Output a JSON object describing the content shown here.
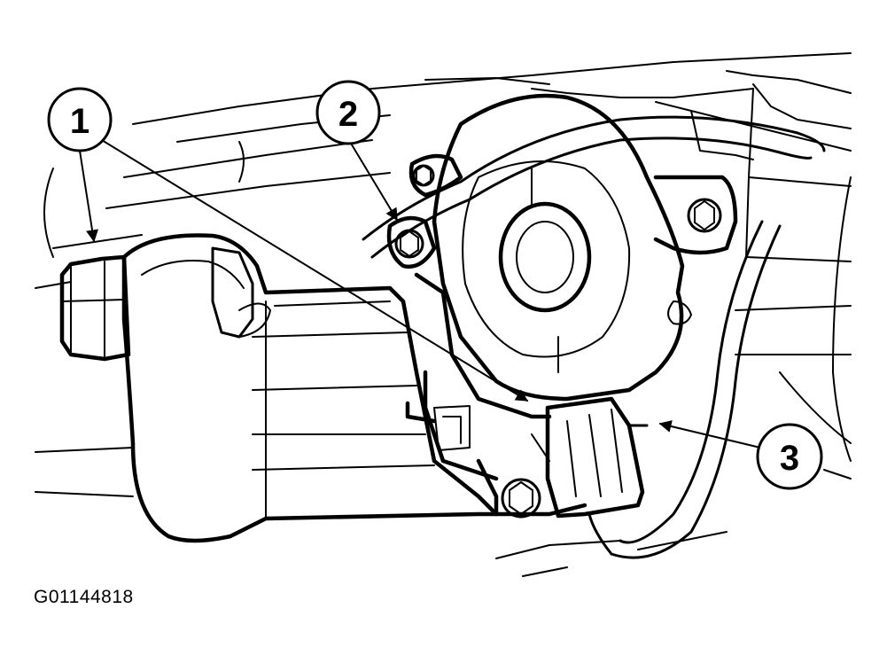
{
  "callouts": [
    {
      "id": "1",
      "label": "1"
    },
    {
      "id": "2",
      "label": "2"
    },
    {
      "id": "3",
      "label": "3"
    }
  ],
  "figure_id": "G01144818",
  "colors": {
    "ink": "#000000",
    "paper": "#ffffff"
  }
}
